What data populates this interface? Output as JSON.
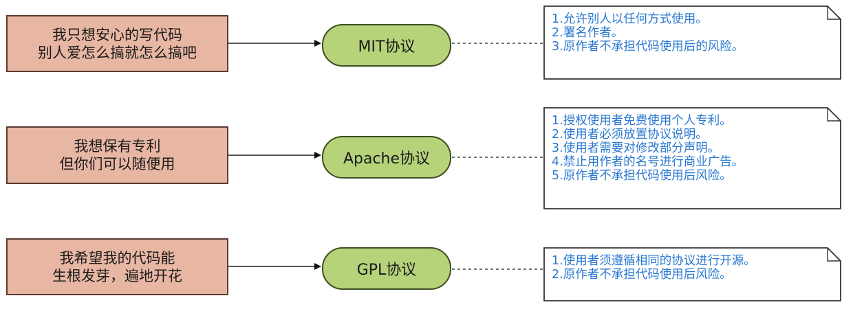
{
  "colors": {
    "wish_fill": "#e8b7a3",
    "license_fill": "#b6d37a",
    "note_text": "#2a78d0",
    "line": "#222222"
  },
  "rows": [
    {
      "wish": [
        "我只想安心的写代码",
        "别人爱怎么搞就怎么搞吧"
      ],
      "license": "MIT协议",
      "terms": [
        "1.允许别人以任何方式使用。",
        "2.署名作者。",
        "3.原作者不承担代码使用后的风险。"
      ]
    },
    {
      "wish": [
        "我想保有专利",
        "但你们可以随便用"
      ],
      "license": "Apache协议",
      "terms": [
        "1.授权使用者免费使用个人专利。",
        "2.使用者必须放置协议说明。",
        "3.使用者需要对修改部分声明。",
        "4.禁止用作者的名号进行商业广告。",
        "5.原作者不承担代码使用后风险。"
      ]
    },
    {
      "wish": [
        "我希望我的代码能",
        "生根发芽，遍地开花"
      ],
      "license": "GPL协议",
      "terms": [
        "1.使用者须遵循相同的协议进行开源。",
        "2.原作者不承担代码使用后风险。"
      ]
    }
  ]
}
